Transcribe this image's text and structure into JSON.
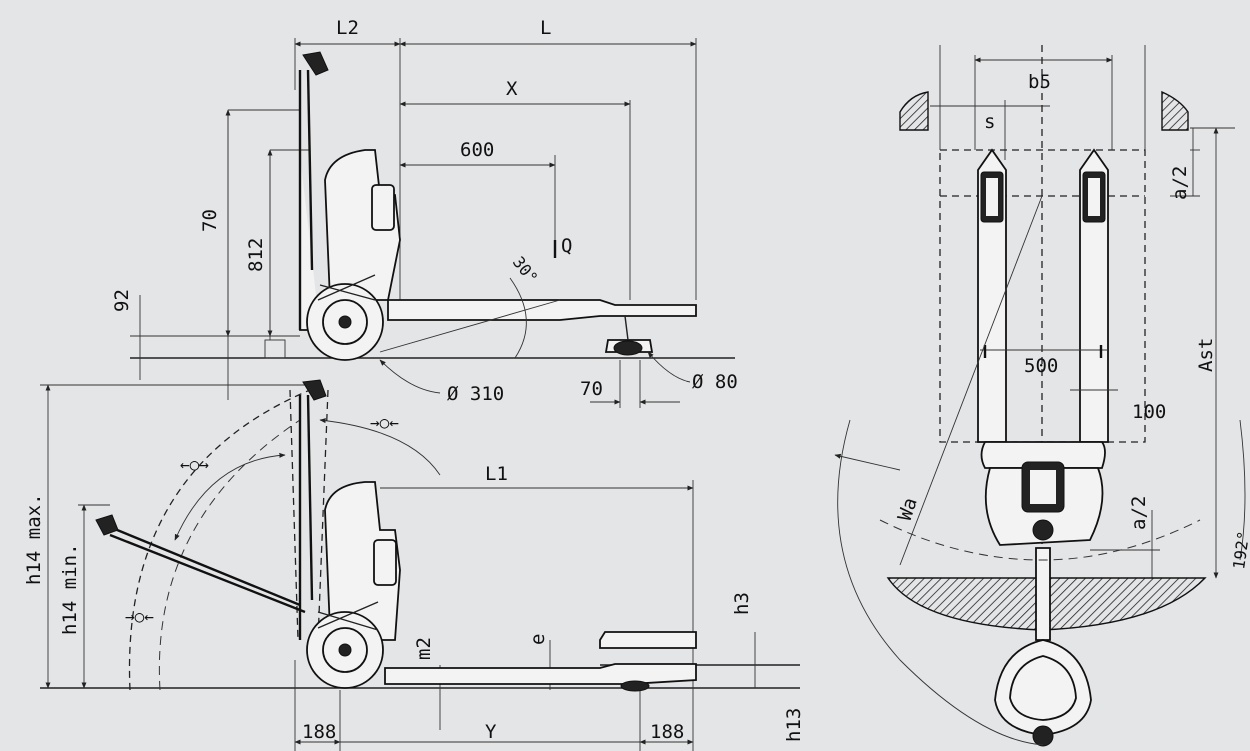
{
  "diagram": {
    "labels": {
      "L2": "L2",
      "L": "L",
      "X": "X",
      "d600": "600",
      "Q": "Q",
      "d70v": "70",
      "d812": "812",
      "d92": "92",
      "a30": "30°",
      "d310": "Ø 310",
      "d70h": "70",
      "d80": "Ø 80",
      "L1": "L1",
      "h14max": "h14 max.",
      "h14min": "h14 min.",
      "h3": "h3",
      "m2": "m2",
      "e": "e",
      "d188a": "188",
      "Y": "Y",
      "d188b": "188",
      "h13": "h13",
      "b5": "b5",
      "s": "s",
      "a2top": "a/2",
      "d500": "500",
      "d100": "100",
      "Ast": "Ast",
      "Wa": "Wa",
      "a2bot": "a/2",
      "a192": "192°"
    }
  }
}
